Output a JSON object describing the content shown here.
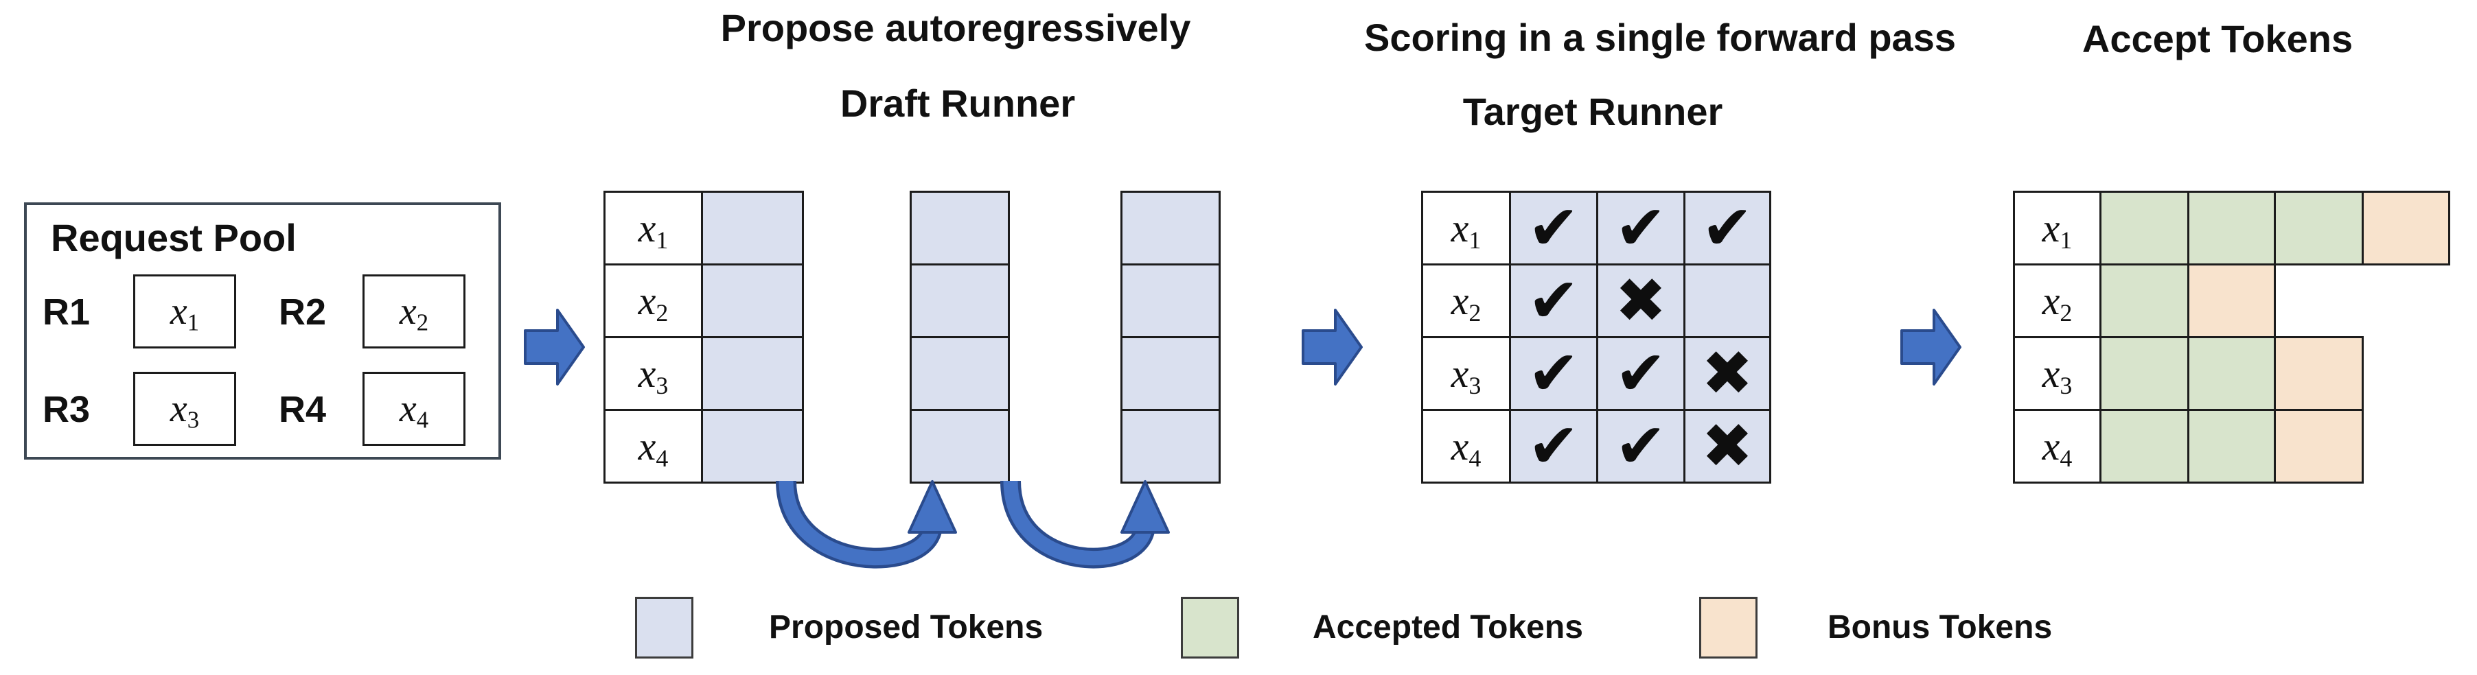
{
  "titles": {
    "propose": "Propose autoregressively",
    "draft_runner": "Draft Runner",
    "scoring": "Scoring in a single forward pass",
    "target_runner": "Target Runner",
    "accept": "Accept Tokens"
  },
  "request_pool": {
    "title": "Request Pool",
    "requests": [
      {
        "id": "R1",
        "base": "x",
        "sub": "1"
      },
      {
        "id": "R2",
        "base": "x",
        "sub": "2"
      },
      {
        "id": "R3",
        "base": "x",
        "sub": "3"
      },
      {
        "id": "R4",
        "base": "x",
        "sub": "4"
      }
    ]
  },
  "draft_runner": {
    "row_labels": [
      {
        "base": "x",
        "sub": "1"
      },
      {
        "base": "x",
        "sub": "2"
      },
      {
        "base": "x",
        "sub": "3"
      },
      {
        "base": "x",
        "sub": "4"
      }
    ],
    "proposal_columns": 3
  },
  "target_runner": {
    "rows": [
      {
        "label": {
          "base": "x",
          "sub": "1"
        },
        "scores": [
          "check",
          "check",
          "check"
        ]
      },
      {
        "label": {
          "base": "x",
          "sub": "2"
        },
        "scores": [
          "check",
          "cross",
          "empty"
        ]
      },
      {
        "label": {
          "base": "x",
          "sub": "3"
        },
        "scores": [
          "check",
          "check",
          "cross"
        ]
      },
      {
        "label": {
          "base": "x",
          "sub": "4"
        },
        "scores": [
          "check",
          "check",
          "cross"
        ]
      }
    ]
  },
  "accept_tokens": {
    "rows": [
      {
        "label": {
          "base": "x",
          "sub": "1"
        },
        "cells": [
          "accepted",
          "accepted",
          "accepted",
          "bonus"
        ]
      },
      {
        "label": {
          "base": "x",
          "sub": "2"
        },
        "cells": [
          "accepted",
          "bonus"
        ]
      },
      {
        "label": {
          "base": "x",
          "sub": "3"
        },
        "cells": [
          "accepted",
          "accepted",
          "bonus"
        ]
      },
      {
        "label": {
          "base": "x",
          "sub": "4"
        },
        "cells": [
          "accepted",
          "accepted",
          "bonus"
        ]
      }
    ]
  },
  "legend": [
    {
      "label": "Proposed Tokens",
      "type": "proposed"
    },
    {
      "label": "Accepted Tokens",
      "type": "accepted"
    },
    {
      "label": "Bonus Tokens",
      "type": "bonus"
    }
  ],
  "icons": {
    "check": "✔",
    "cross": "✖",
    "empty": ""
  },
  "colors": {
    "proposed": "#dae0ef",
    "accepted": "#d8e4cc",
    "bonus": "#f8e3cd",
    "arrow_fill": "#4472c4",
    "arrow_edge": "#2a4b8d",
    "grid_line": "#1c1c1c",
    "text": "#111111"
  }
}
